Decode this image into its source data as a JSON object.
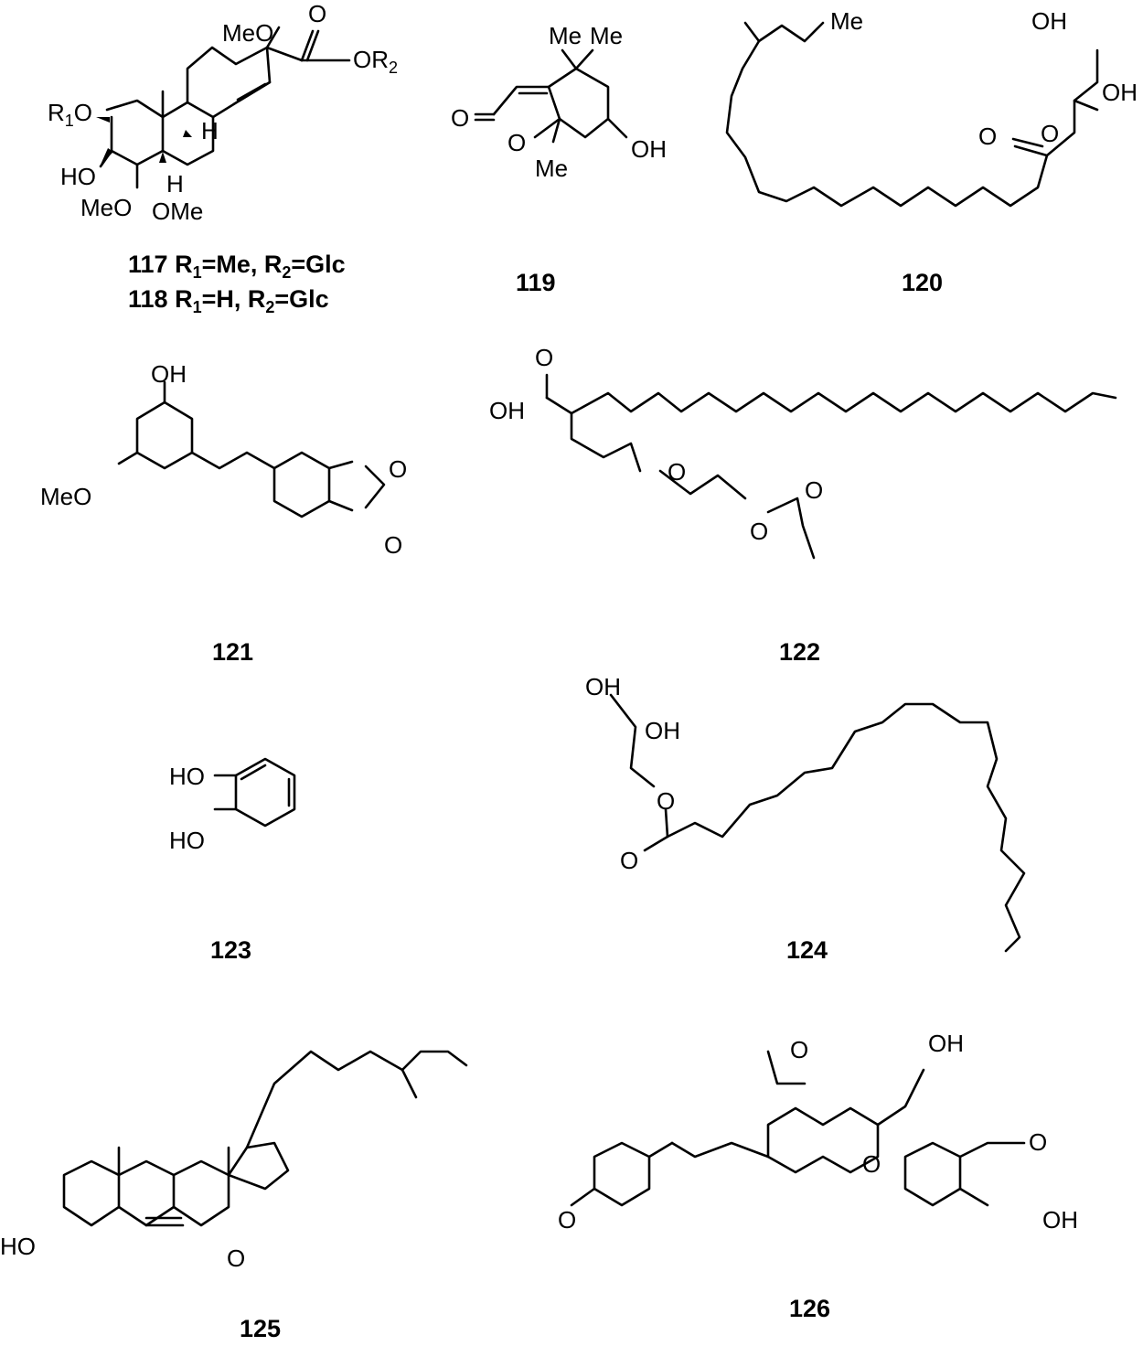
{
  "atom_labels": {
    "c117": {
      "r1o": {
        "main": "R",
        "sub": "1",
        "tail": "O"
      },
      "meo_top": "MeO",
      "carbonyl_o": "O",
      "or2": {
        "main": "OR",
        "sub": "2"
      },
      "ho": "HO",
      "h_upper": "H",
      "h_lower": "H",
      "meo_bottom": "MeO",
      "ome_bottom": "OMe"
    },
    "c119": {
      "me1": "Me",
      "me2": "Me",
      "o_carbonyl": "O",
      "o_ring": "O",
      "me3": "Me",
      "oh": "OH"
    },
    "c120": {
      "me": "Me",
      "oh1": "OH",
      "oh2": "OH",
      "o_ester": "O",
      "o_carbonyl": "O"
    },
    "c121": {
      "oh": "OH",
      "meo": "MeO",
      "o1": "O",
      "o2": "O"
    },
    "c122": {
      "o_carbonyl": "O",
      "oh": "OH",
      "o_ether": "O",
      "o_ester": "O",
      "o_acryl": "O"
    },
    "c123": {
      "ho1": "HO",
      "ho2": "HO"
    },
    "c124": {
      "oh1": "OH",
      "oh2": "OH",
      "o_ester": "O",
      "o_carbonyl": "O"
    },
    "c125": {
      "ho": "HO",
      "o_ketone": "O"
    },
    "c126": {
      "o_top": "O",
      "oh_top": "OH",
      "o_right": "O",
      "o_ring": "O",
      "o_left": "O",
      "oh_bottom": "OH"
    }
  },
  "captions": {
    "c117": {
      "num": "117",
      "text": "R",
      "s1": "1",
      "t1": "=Me, R",
      "s2": "2",
      "t2": "=Glc"
    },
    "c118": {
      "num": "118",
      "text": "R",
      "s1": "1",
      "t1": "=H, R",
      "s2": "2",
      "t2": "=Glc"
    },
    "c119": "119",
    "c120": "120",
    "c121": "121",
    "c122": "122",
    "c123": "123",
    "c124": "124",
    "c125": "125",
    "c126": "126"
  }
}
